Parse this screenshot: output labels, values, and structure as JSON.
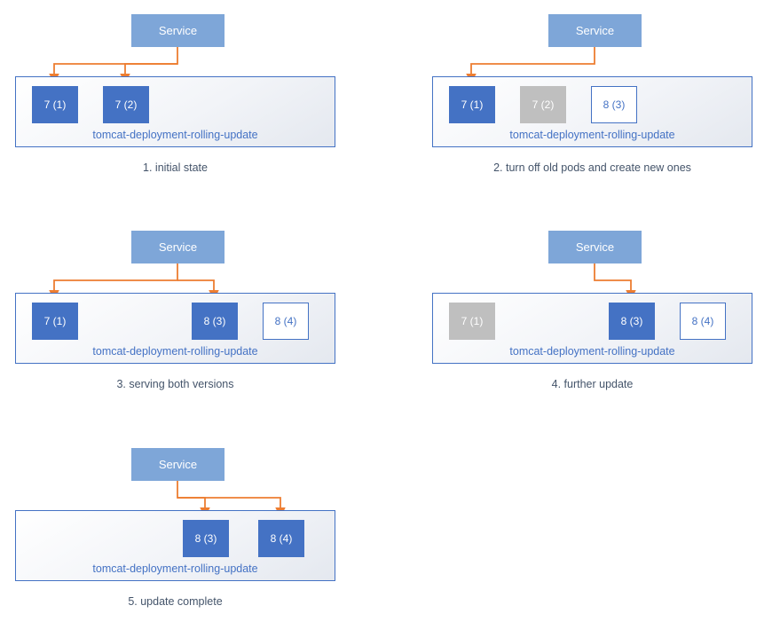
{
  "colors": {
    "service_fill": "#7EA6D8",
    "pod_active_fill": "#4472C4",
    "pod_inactive_fill": "#BFBFBF",
    "pod_pending_fill": "#FFFFFF",
    "box_border": "#4472C4",
    "arrow": "#ED7D31",
    "deployment_label_color": "#4472C4",
    "caption_color": "#44546A"
  },
  "panels": [
    {
      "service_label": "Service",
      "deployment_label": "tomcat-deployment-rolling-update",
      "caption": "1. initial state",
      "pods": [
        {
          "label": "7 (1)",
          "state": "active"
        },
        {
          "label": "7 (2)",
          "state": "active"
        }
      ],
      "arrows_to": [
        "7 (1)",
        "7 (2)"
      ]
    },
    {
      "service_label": "Service",
      "deployment_label": "tomcat-deployment-rolling-update",
      "caption": "2. turn off old pods and create new ones",
      "pods": [
        {
          "label": "7 (1)",
          "state": "active"
        },
        {
          "label": "7 (2)",
          "state": "inactive"
        },
        {
          "label": "8 (3)",
          "state": "pending"
        }
      ],
      "arrows_to": [
        "7 (1)"
      ]
    },
    {
      "service_label": "Service",
      "deployment_label": "tomcat-deployment-rolling-update",
      "caption": "3. serving both versions",
      "pods": [
        {
          "label": "7 (1)",
          "state": "active"
        },
        {
          "label": "8 (3)",
          "state": "active"
        },
        {
          "label": "8 (4)",
          "state": "pending"
        }
      ],
      "arrows_to": [
        "7 (1)",
        "8 (3)"
      ]
    },
    {
      "service_label": "Service",
      "deployment_label": "tomcat-deployment-rolling-update",
      "caption": "4. further update",
      "pods": [
        {
          "label": "7 (1)",
          "state": "inactive"
        },
        {
          "label": "8 (3)",
          "state": "active"
        },
        {
          "label": "8 (4)",
          "state": "pending"
        }
      ],
      "arrows_to": [
        "8 (3)"
      ]
    },
    {
      "service_label": "Service",
      "deployment_label": "tomcat-deployment-rolling-update",
      "caption": "5. update complete",
      "pods": [
        {
          "label": "8 (3)",
          "state": "active"
        },
        {
          "label": "8 (4)",
          "state": "active"
        }
      ],
      "arrows_to": [
        "8 (3)",
        "8 (4)"
      ]
    }
  ]
}
